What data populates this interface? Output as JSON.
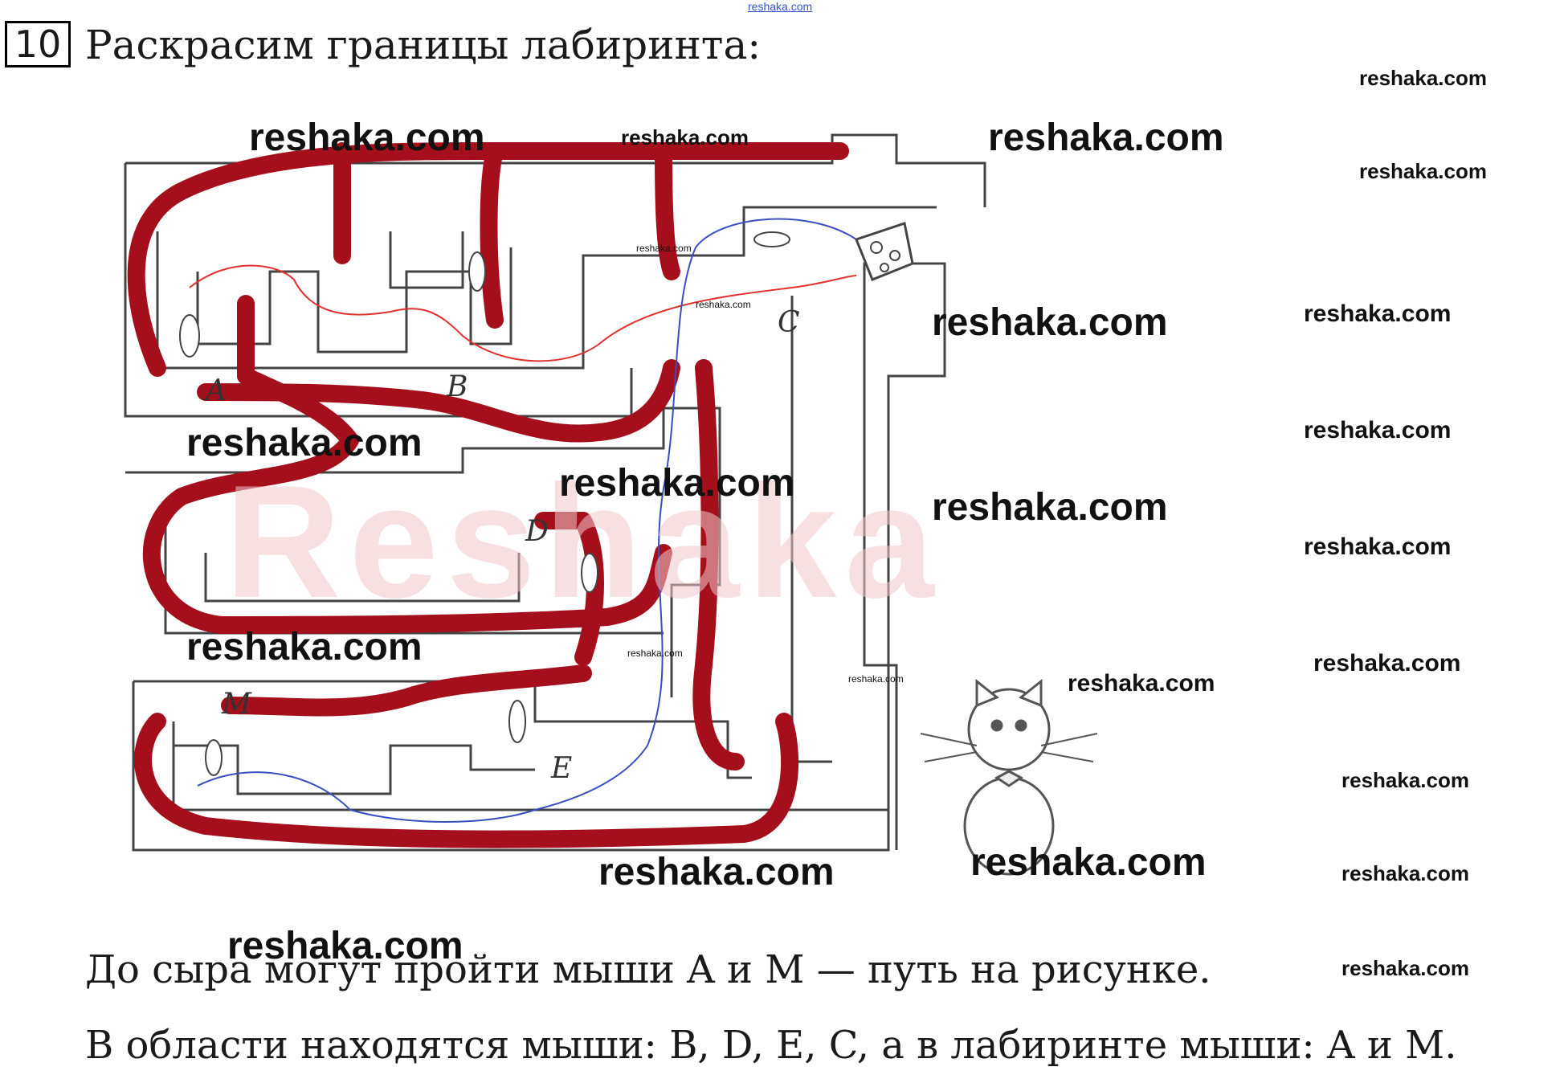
{
  "task": {
    "number": "10",
    "title": "Раскрасим границы лабиринта:"
  },
  "figure": {
    "labels": {
      "a": "A",
      "b": "B",
      "c": "C",
      "d": "D",
      "e": "E",
      "m": "M"
    },
    "colors": {
      "wall": "#444444",
      "border": "#a50f1c",
      "path_a": "#e03030",
      "path_m": "#3a4ec0"
    },
    "icons": [
      "mouse-icon",
      "cheese-icon",
      "cat-icon"
    ]
  },
  "answer": {
    "line1": "До сыра могут пройти мыши A и M — путь на рисунке.",
    "line2": "В области находятся мыши: B, D, E, C, а в лабиринте мыши: A и M."
  },
  "watermark": {
    "text": "reshaka.com",
    "ghost": "Reshaka"
  }
}
